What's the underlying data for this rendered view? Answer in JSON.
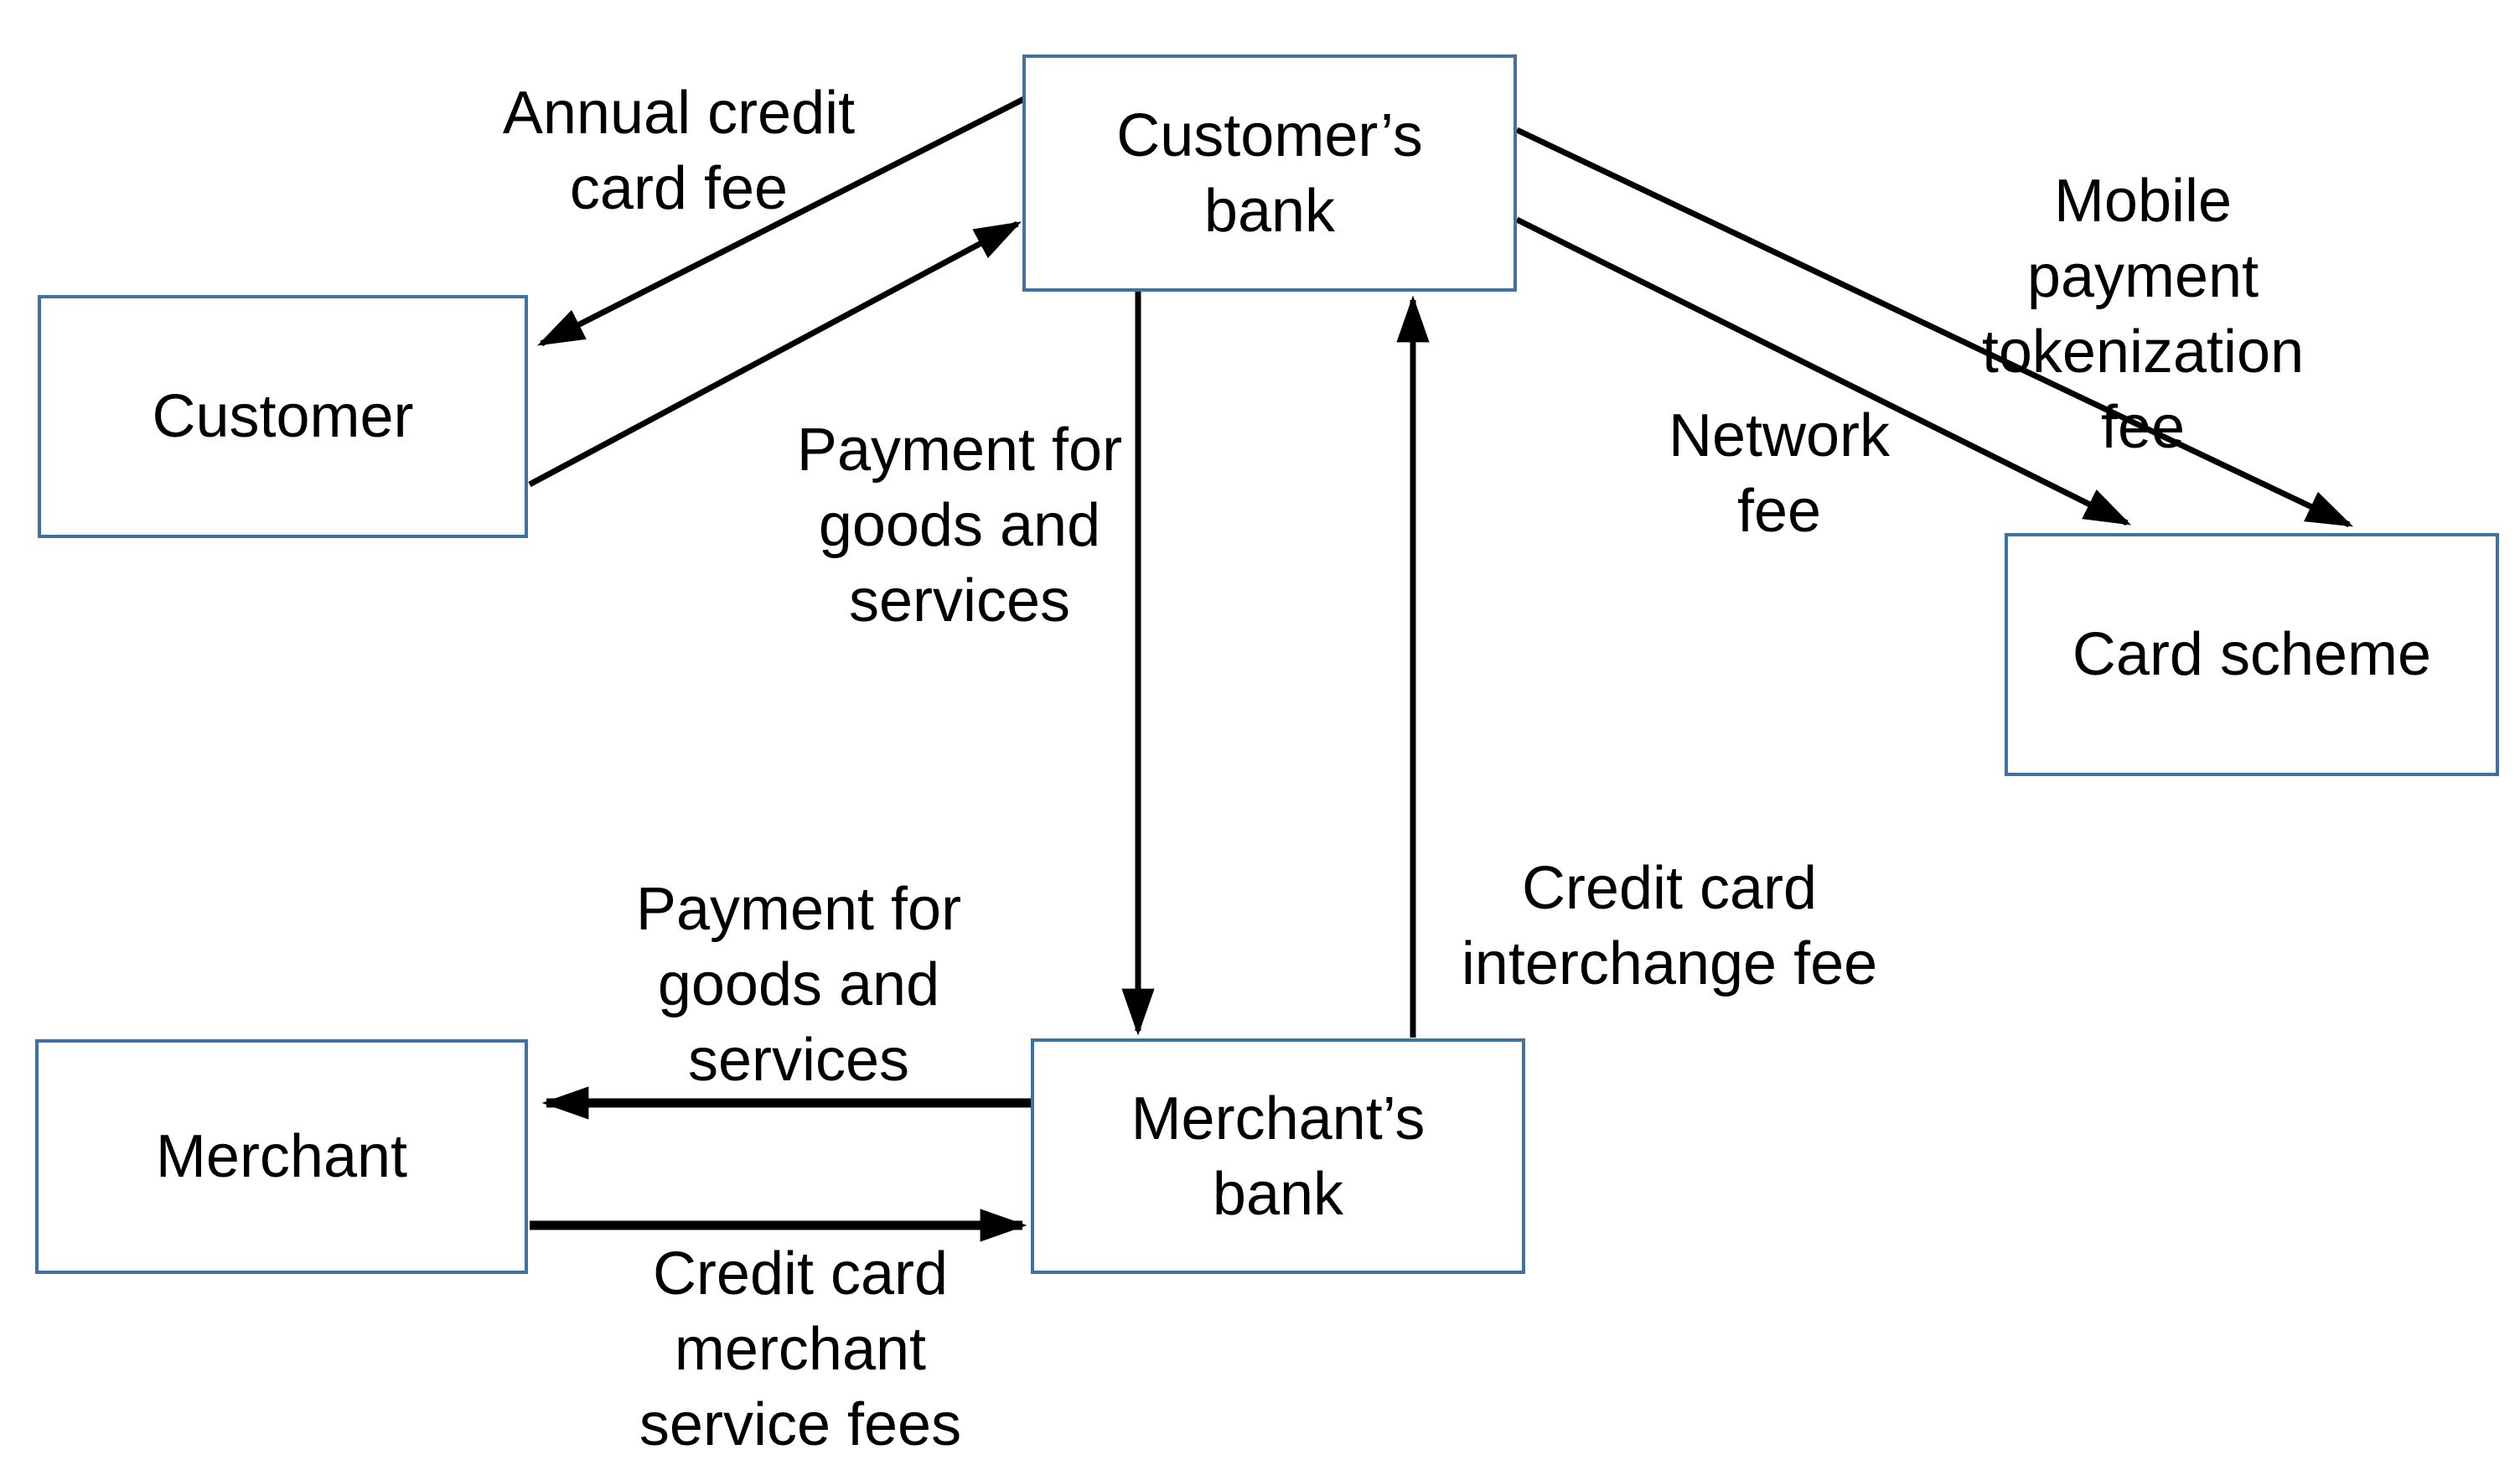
{
  "diagram": {
    "type": "flow-diagram",
    "background_color": "#FFFFFF",
    "box_border_color": "#41719C",
    "box_fill_color": "#FFFFFF",
    "connector_color": "#000000",
    "text_color": "#000000",
    "nodes": [
      {
        "id": "customer",
        "label": "Customer"
      },
      {
        "id": "customers_bank",
        "label": "Customer’s\nbank"
      },
      {
        "id": "card_scheme",
        "label": "Card scheme"
      },
      {
        "id": "merchant",
        "label": "Merchant"
      },
      {
        "id": "merchants_bank",
        "label": "Merchant’s\nbank"
      }
    ],
    "edges": [
      {
        "from": "customers_bank",
        "to": "customer",
        "label": "Annual credit\ncard fee"
      },
      {
        "from": "customer",
        "to": "customers_bank",
        "label": "Payment for\ngoods and\nservices"
      },
      {
        "from": "customers_bank",
        "to": "merchants_bank"
      },
      {
        "from": "merchants_bank",
        "to": "customers_bank",
        "label": "Credit card\ninterchange fee"
      },
      {
        "from": "customers_bank",
        "to": "card_scheme",
        "label": "Mobile payment\ntokenization fee"
      },
      {
        "from": "customers_bank",
        "to": "card_scheme",
        "label": "Network\nfee"
      },
      {
        "from": "merchants_bank",
        "to": "merchant",
        "label": "Payment for\ngoods and\nservices"
      },
      {
        "from": "merchant",
        "to": "merchants_bank",
        "label": "Credit card\nmerchant\nservice fees"
      }
    ]
  }
}
